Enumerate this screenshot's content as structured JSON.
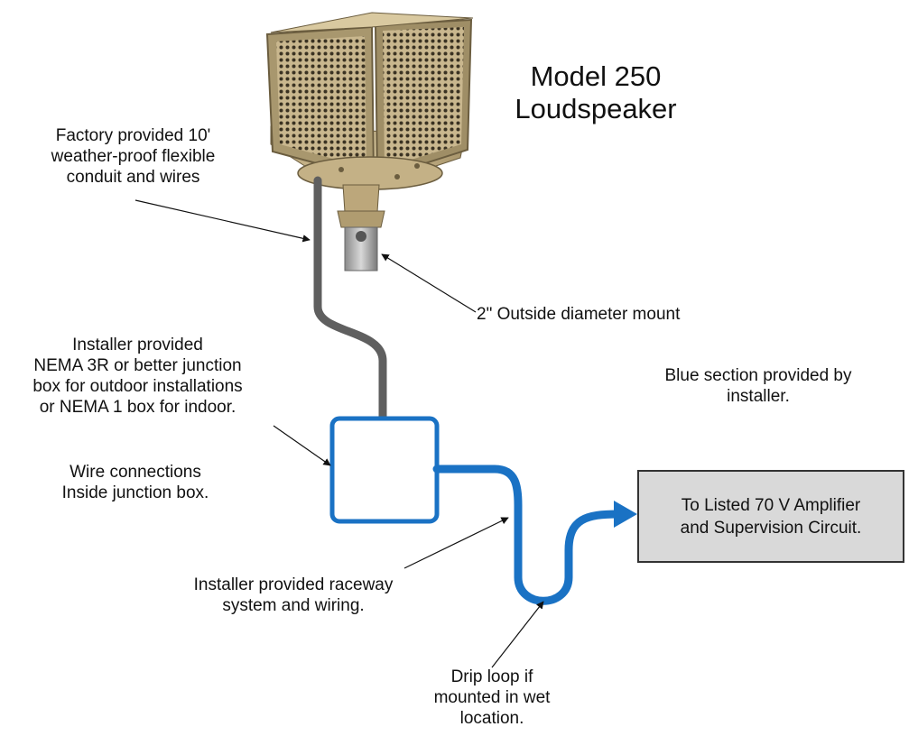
{
  "title": {
    "line1": "Model 250",
    "line2": "Loudspeaker"
  },
  "labels": {
    "conduit": [
      "Factory provided 10'",
      "weather-proof flexible",
      "conduit and wires"
    ],
    "mount": "2\" Outside diameter mount",
    "junction_box": [
      "Installer provided",
      "NEMA 3R or better junction",
      "box for outdoor installations",
      "or NEMA 1 box for indoor."
    ],
    "wire_connections": [
      "Wire connections",
      "Inside junction box."
    ],
    "blue_section": [
      "Blue section provided by",
      "installer."
    ],
    "raceway": [
      "Installer provided raceway",
      "system and wiring."
    ],
    "drip_loop": [
      "Drip loop if",
      "mounted in wet",
      "location."
    ]
  },
  "amplifier_box": {
    "line1": "To Listed 70 V Amplifier",
    "line2": "and Supervision Circuit."
  },
  "colors": {
    "installer_section": "#1a72c4",
    "factory_conduit": "#5f5f5f",
    "speaker_body": "#c7b48a",
    "amplifier_fill": "#d9d9d9"
  }
}
